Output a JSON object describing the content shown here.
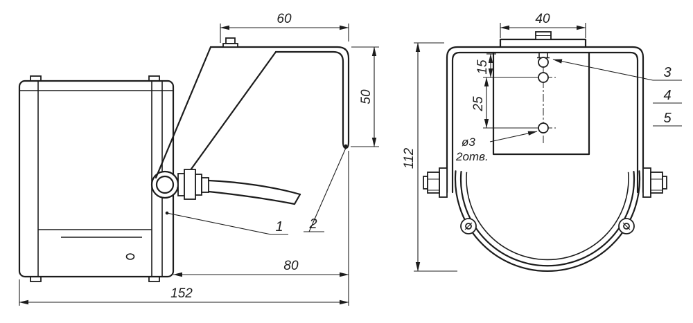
{
  "colors": {
    "line": "#1c1c1c",
    "background": "#ffffff"
  },
  "side_view": {
    "dims": {
      "top_width": "60",
      "right_height": "50",
      "depth": "80",
      "overall_width": "152"
    },
    "callouts": {
      "c1": "1",
      "c2": "2"
    }
  },
  "front_view": {
    "dims": {
      "plate_width": "40",
      "hole_top_offset": "15",
      "hole_spacing": "25",
      "overall_height": "112"
    },
    "hole_note": {
      "diameter": "ø3",
      "count": "2отв."
    },
    "callouts": {
      "c3": "3",
      "c4": "4",
      "c5": "5"
    }
  }
}
